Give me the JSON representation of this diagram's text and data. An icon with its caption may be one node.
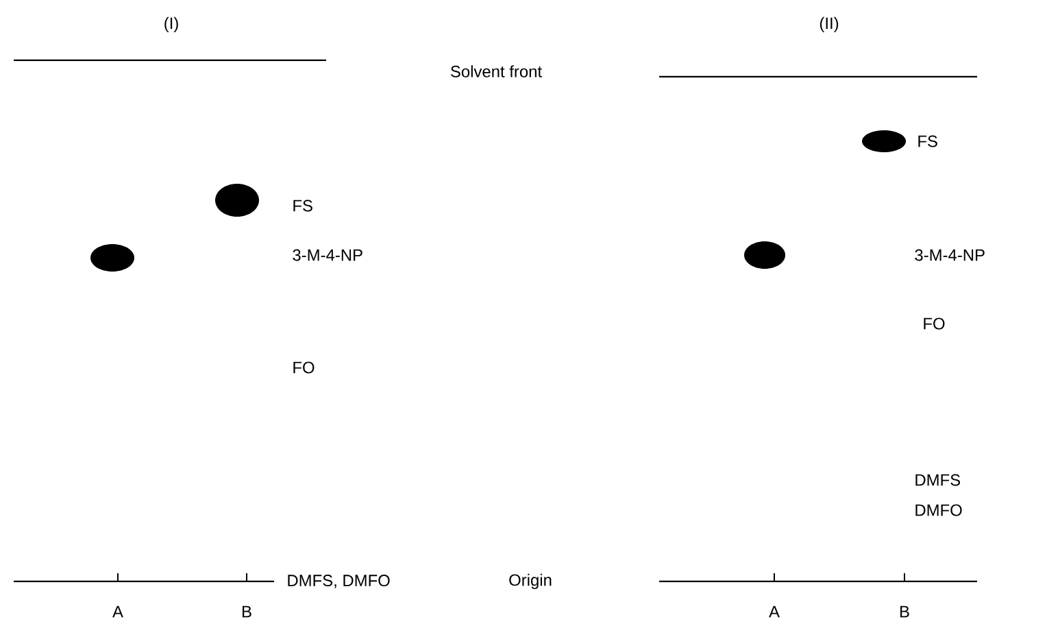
{
  "diagram": {
    "labels": [
      "(I)",
      "(II)",
      "Solvent front",
      "FS",
      "FS",
      "3-M-4-NP",
      "3-M-4-NP",
      "FO",
      "FO",
      "DMFS",
      "DMFO",
      "DMFS, DMFO",
      "Origin",
      "A",
      "B",
      "A",
      "B"
    ]
  }
}
